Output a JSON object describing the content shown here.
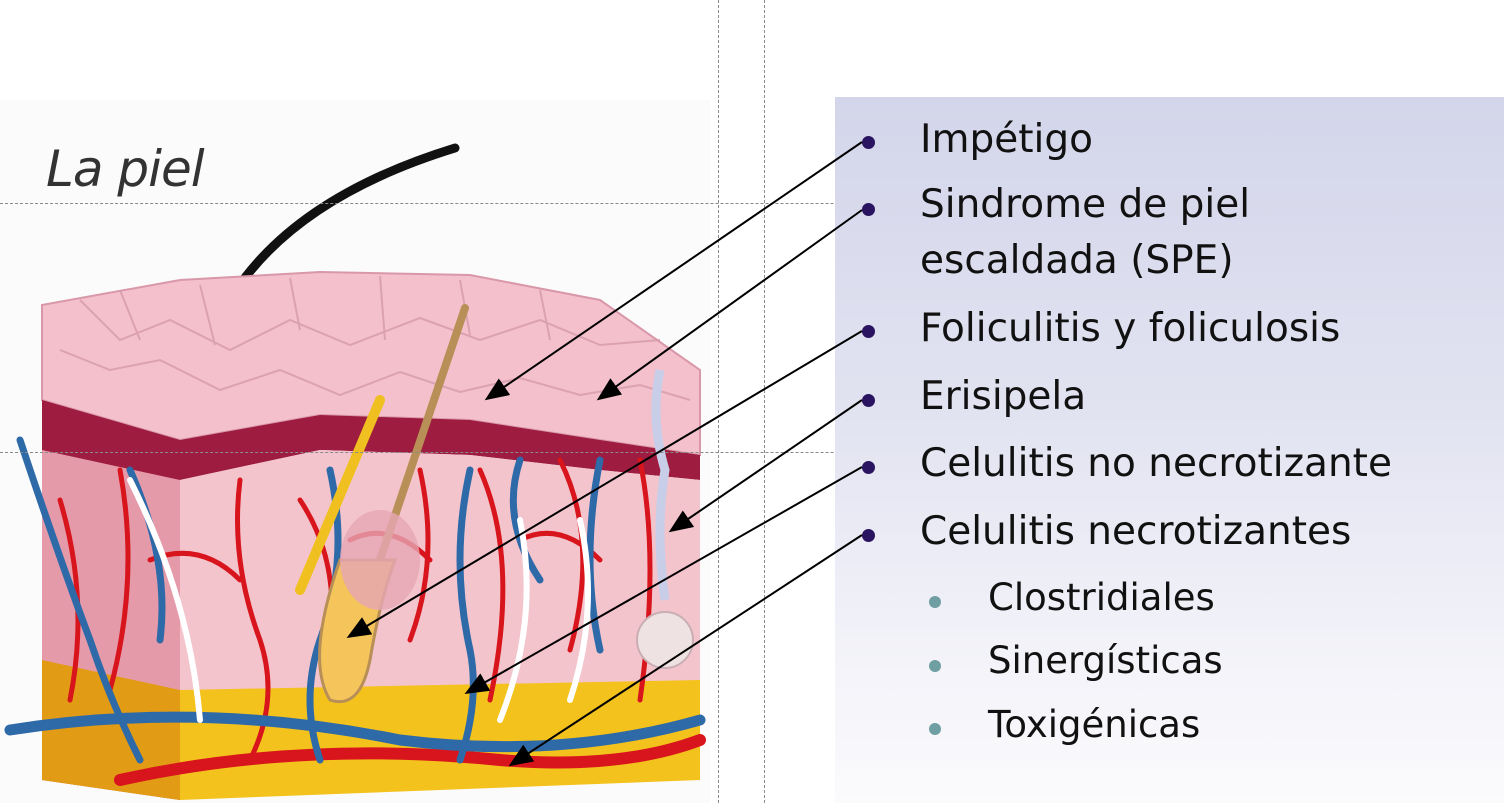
{
  "title": "La piel",
  "items": [
    "Impétigo",
    "Sindrome de piel escaldada (SPE)",
    "Foliculitis y foliculosis",
    "Erisipela",
    "Celulitis no necrotizante",
    "Celulitis necrotizantes"
  ],
  "item2_lines": [
    "Sindrome de piel",
    "escaldada (SPE)"
  ],
  "subitems": [
    "Clostridiales",
    "Sinergísticas",
    "Toxigénicas"
  ],
  "colors": {
    "panel": "#d3d5ea",
    "bullet": "#2a1360",
    "subbullet": "#6f9ea3",
    "epidermis": "#f0b8c4",
    "dermis": "#f4c6cf",
    "fat": "#f2c21a",
    "artery": "#d8141c",
    "vein": "#2f6aa8"
  }
}
